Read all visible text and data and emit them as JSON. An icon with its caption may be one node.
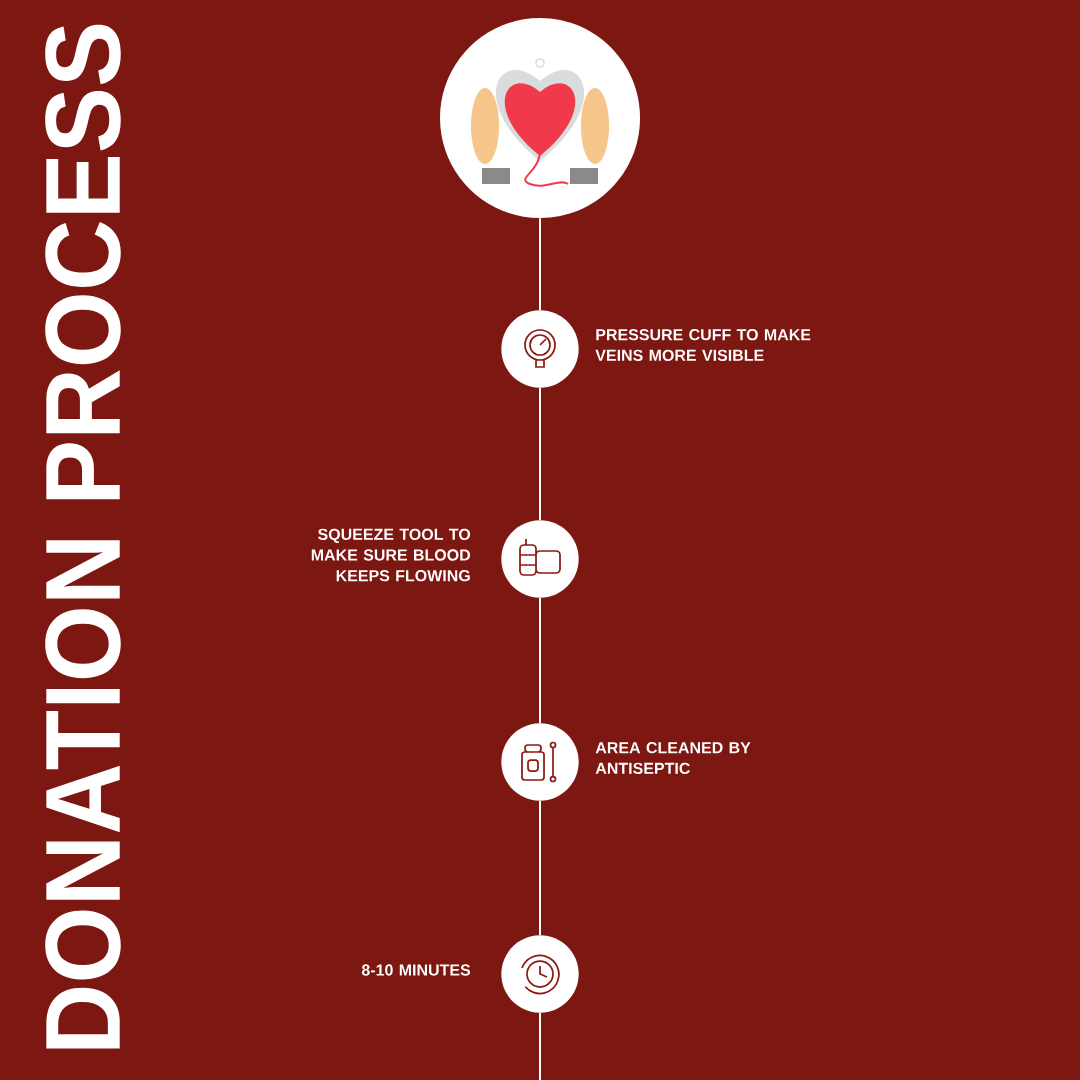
{
  "diagram": {
    "title": "DONATION PROCESS",
    "nodes": [
      {
        "text": [],
        "shape": "picture"
      },
      {
        "text": [],
        "shape": "circle",
        "beside": [
          "PRESSURE CUFF TO MAKE VEINS MORE VISIBLE"
        ]
      },
      {
        "text": [],
        "shape": "circle",
        "beside": [
          "SQUEEZE TOOL TO MAKE SURE BLOOD KEEPS FLOWING"
        ]
      },
      {
        "text": [],
        "shape": "circle",
        "beside": [
          "AREA CLEANED BY ANTISEPTIC"
        ]
      },
      {
        "text": [],
        "shape": "circle",
        "beside": [
          "8-10 MINUTES"
        ]
      }
    ],
    "edges": [
      {
        "from": 0,
        "to": 1,
        "arrow": "none"
      },
      {
        "from": 1,
        "to": 2,
        "arrow": "none"
      },
      {
        "from": 2,
        "to": 3,
        "arrow": "none"
      },
      {
        "from": 3,
        "to": 4,
        "arrow": "none"
      },
      {
        "from": 4,
        "to": null,
        "arrow": "none"
      }
    ]
  }
}
